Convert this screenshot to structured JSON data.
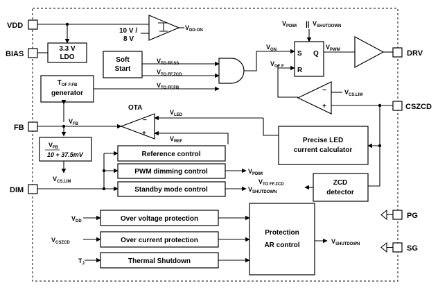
{
  "pins": {
    "vdd": "VDD",
    "bias": "BIAS",
    "fb": "FB",
    "dim": "DIM",
    "drv": "DRV",
    "cszcd": "CSZCD",
    "pg": "PG",
    "sg": "SG"
  },
  "blocks": {
    "ldo_line1": "3.3 V",
    "ldo_line2": "LDO",
    "soft_start_line1": "Soft",
    "soft_start_line2": "Start",
    "toff_gen_line2": "generator",
    "ota": "OTA",
    "ref_control": "Reference control",
    "pwm_dim": "PWM dimming control",
    "standby": "Standby mode control",
    "led_calc_line1": "Precise LED",
    "led_calc_line2": "current calculator",
    "zcd_line1": "ZCD",
    "zcd_line2": "detector",
    "ovp": "Over voltage protection",
    "ocp": "Over current protection",
    "tsd": "Thermal Shutdown",
    "prot_line1": "Protection",
    "prot_line2": "AR control",
    "uvlo_thresh_line1": "10 V /",
    "uvlo_thresh_line2": "8 V",
    "ff_s": "S",
    "ff_q": "Q",
    "ff_r": "R",
    "fb_formula": "10 + 37.5mV",
    "or_sym": "||"
  },
  "signals": {
    "vdd_on": "V",
    "vdd_on_sub": "DD-ON",
    "vpdim_top": "V",
    "vpdim_top_sub": "PDIM",
    "vshutdown_top": "V",
    "vshutdown_top_sub": "SHUTDOWN",
    "von": "V",
    "von_sub": "ON",
    "voff": "V",
    "voff_sub": "OF F",
    "vpwm": "V",
    "vpwm_sub": "PWM",
    "vto_ffss": "V",
    "vto_ffss_sub": "TO FF.SS",
    "vto_ffzcd": "V",
    "vto_ffzcd_sub": "TO FF.ZCD",
    "vto_fffb": "V",
    "vto_fffb_sub": "TO FF.FB",
    "toff_gen_t": "T",
    "toff_gen_t_sub": "OF F.FB",
    "vcslim": "V",
    "vcslim_sub": "CS.LIM",
    "vfb": "V",
    "vfb_sub": "FB",
    "vled": "V",
    "vled_sub": "LED",
    "vref": "V",
    "vref_sub": "REF",
    "vfb_frac": "V",
    "vfb_frac_sub": "FB",
    "vcslim_out": "V",
    "vcslim_out_sub": "CS.LIM",
    "vpdim_out": "V",
    "vpdim_out_sub": "PDIM",
    "vshutdown_out": "V",
    "vshutdown_out_sub": "SHUTDOWN",
    "vto_ffzcd_in": "V",
    "vto_ffzcd_in_sub": "TO FF.ZCD",
    "vdd_in": "V",
    "vdd_in_sub": "DD",
    "vcszcd_in": "V",
    "vcszcd_in_sub": "CSZCD",
    "tj_in": "T",
    "tj_in_sub": "J",
    "vshutdown_prot": "V",
    "vshutdown_prot_sub": "SHUTDOWN"
  }
}
